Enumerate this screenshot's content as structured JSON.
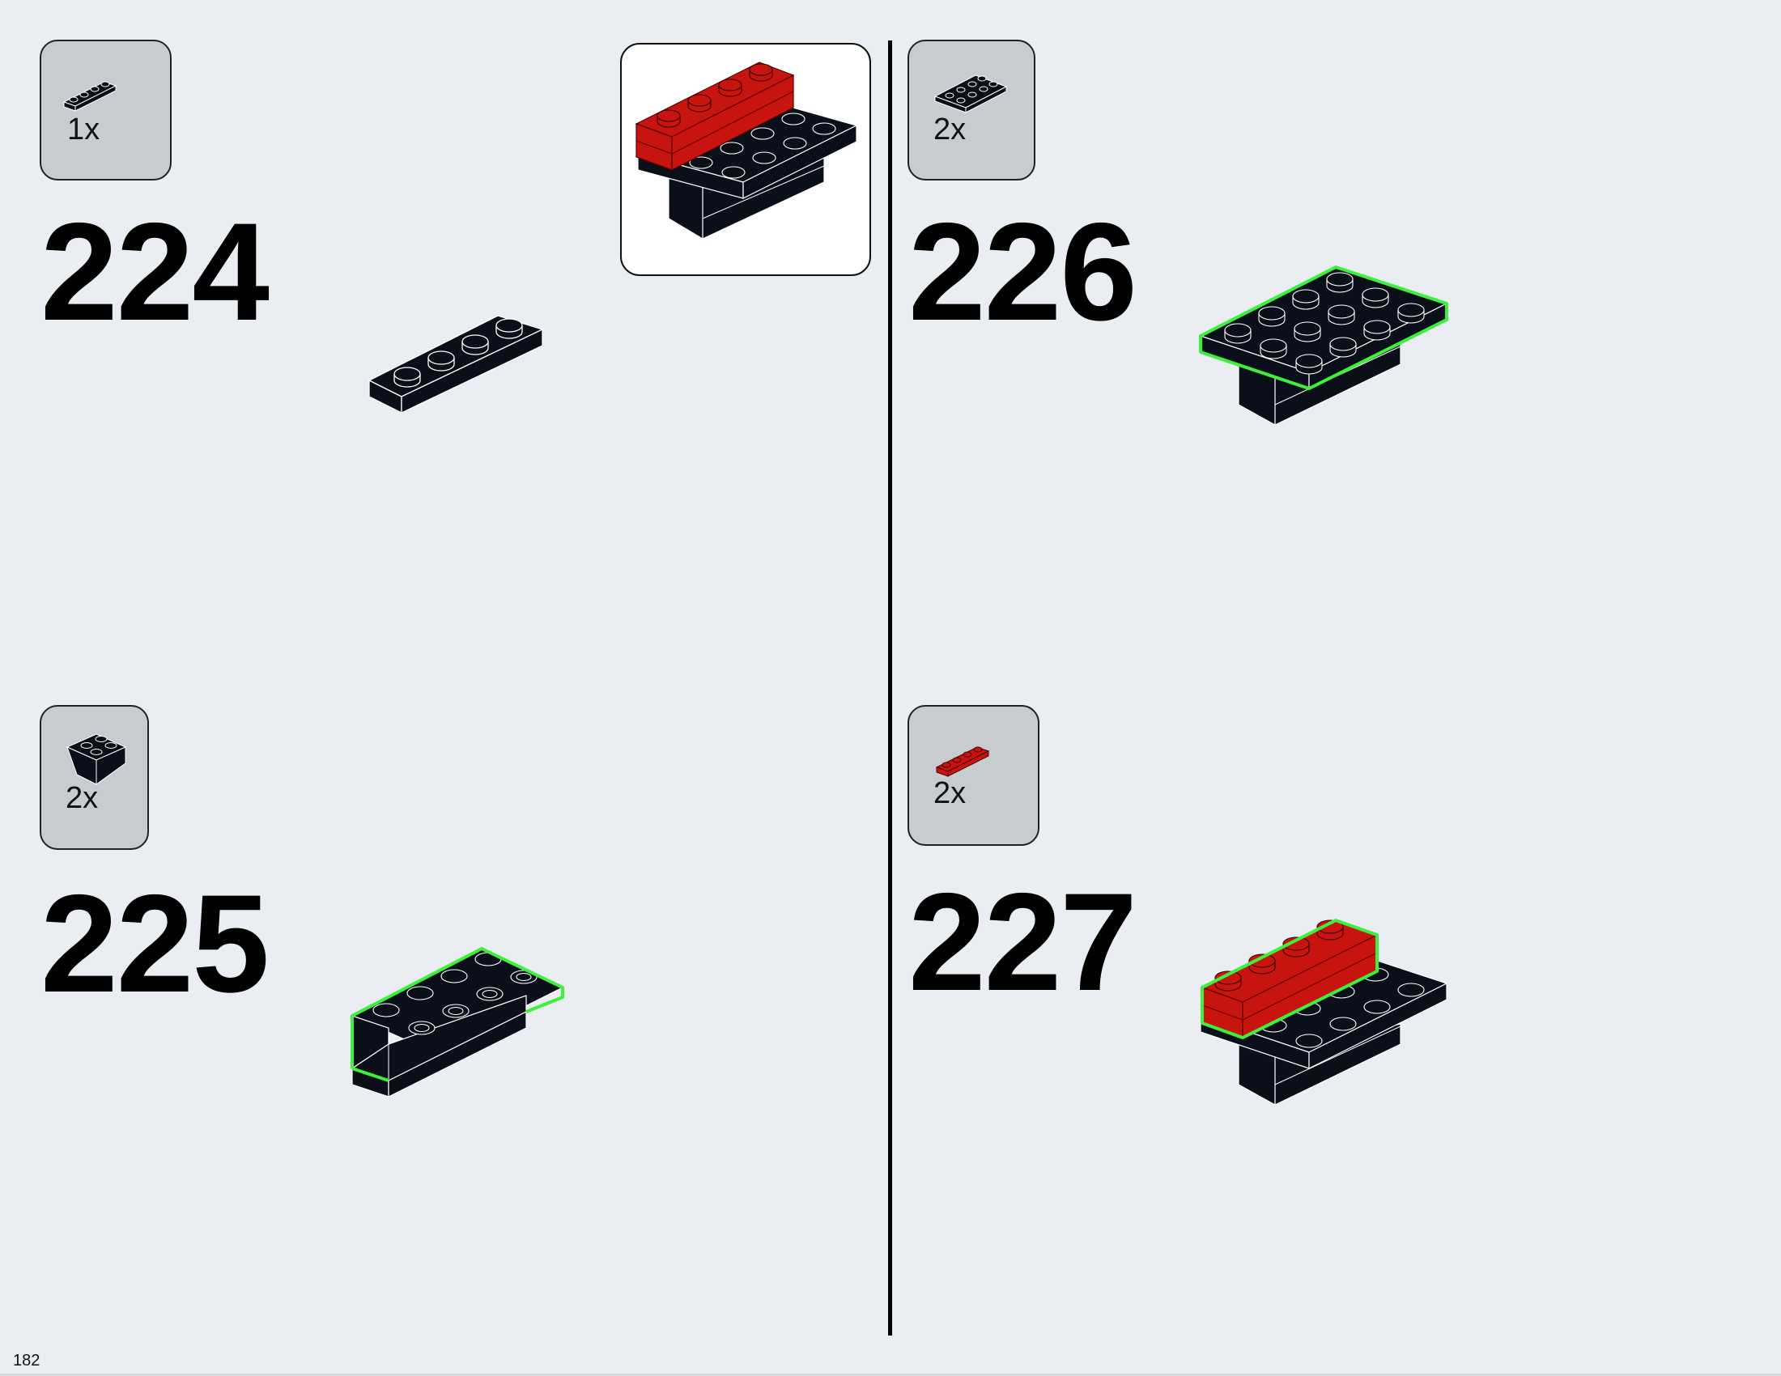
{
  "page_number": "182",
  "steps": [
    {
      "number": "224",
      "parts": [
        {
          "qty": "1x",
          "part": "black 1x4 plate"
        }
      ]
    },
    {
      "number": "225",
      "parts": [
        {
          "qty": "2x",
          "part": "black 2x2 inverted slope"
        }
      ]
    },
    {
      "number": "226",
      "parts": [
        {
          "qty": "2x",
          "part": "black 2x3 plate"
        }
      ]
    },
    {
      "number": "227",
      "parts": [
        {
          "qty": "2x",
          "part": "red 1x4 plate"
        }
      ]
    }
  ],
  "colors": {
    "background": "#eaeef2",
    "parts_box": "#c8cbcf",
    "brick_black": "#0b0f1a",
    "brick_red": "#c8140f",
    "highlight_green": "#3cf03c"
  }
}
